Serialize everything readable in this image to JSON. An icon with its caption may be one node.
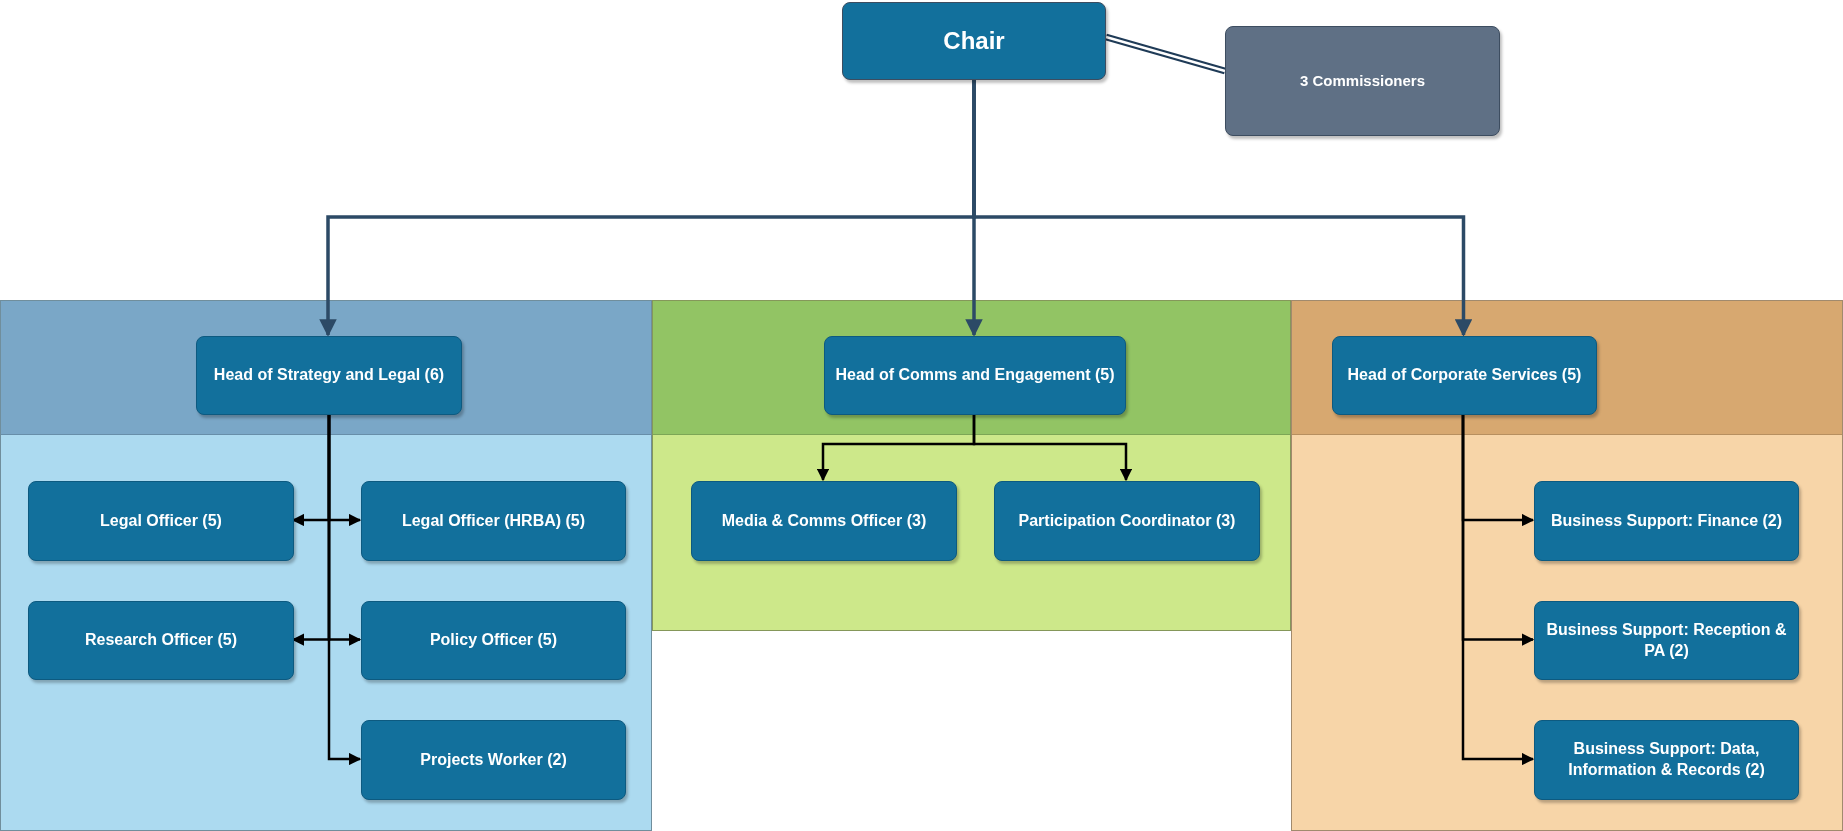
{
  "diagram": {
    "nodes": [
      {
        "text": [
          "Chair"
        ]
      },
      {
        "text": [
          "3 Commissioners"
        ]
      },
      {
        "text": [],
        "shape": "band"
      },
      {
        "text": [
          "Head of Strategy and Legal (6)"
        ],
        "in": 2
      },
      {
        "text": [
          "Legal Officer (5)"
        ],
        "in": 2
      },
      {
        "text": [
          "Legal Officer (HRBA) (5)"
        ],
        "in": 2
      },
      {
        "text": [
          "Research Officer (5)"
        ],
        "in": 2
      },
      {
        "text": [
          "Policy Officer (5)"
        ],
        "in": 2
      },
      {
        "text": [
          "Projects Worker (2)"
        ],
        "in": 2
      },
      {
        "text": [],
        "shape": "band"
      },
      {
        "text": [
          "Head of Comms and Engagement (5)"
        ],
        "in": 9
      },
      {
        "text": [
          "Media & Comms Officer (3)"
        ],
        "in": 9
      },
      {
        "text": [
          "Participation Coordinator (3)"
        ],
        "in": 9
      },
      {
        "text": [],
        "shape": "band"
      },
      {
        "text": [
          "Head of Corporate Services (5)"
        ],
        "in": 13
      },
      {
        "text": [
          "Business Support: Finance (2)"
        ],
        "in": 13
      },
      {
        "text": [
          "Business Support: Reception & PA (2)"
        ],
        "in": 13
      },
      {
        "text": [
          "Business Support: Data, Information & Records (2)"
        ],
        "in": 13
      }
    ],
    "edges": [
      {
        "from": 0,
        "to": 1,
        "arrow": "none",
        "style": "thick",
        "color": "#1f3b57"
      },
      {
        "from": 0,
        "to": 3,
        "arrow": "to",
        "color": "#2c4a66"
      },
      {
        "from": 0,
        "to": 10,
        "arrow": "to",
        "color": "#2c4a66"
      },
      {
        "from": 0,
        "to": 14,
        "arrow": "to",
        "color": "#2c4a66"
      },
      {
        "from": 3,
        "to": 4,
        "arrow": "to"
      },
      {
        "from": 3,
        "to": 5,
        "arrow": "to"
      },
      {
        "from": 3,
        "to": 6,
        "arrow": "to"
      },
      {
        "from": 3,
        "to": 7,
        "arrow": "to"
      },
      {
        "from": 3,
        "to": 8,
        "arrow": "to"
      },
      {
        "from": 10,
        "to": 11,
        "arrow": "to"
      },
      {
        "from": 10,
        "to": 12,
        "arrow": "to"
      },
      {
        "from": 14,
        "to": 15,
        "arrow": "to"
      },
      {
        "from": 14,
        "to": 16,
        "arrow": "to"
      },
      {
        "from": 14,
        "to": 17,
        "arrow": "to"
      }
    ]
  }
}
